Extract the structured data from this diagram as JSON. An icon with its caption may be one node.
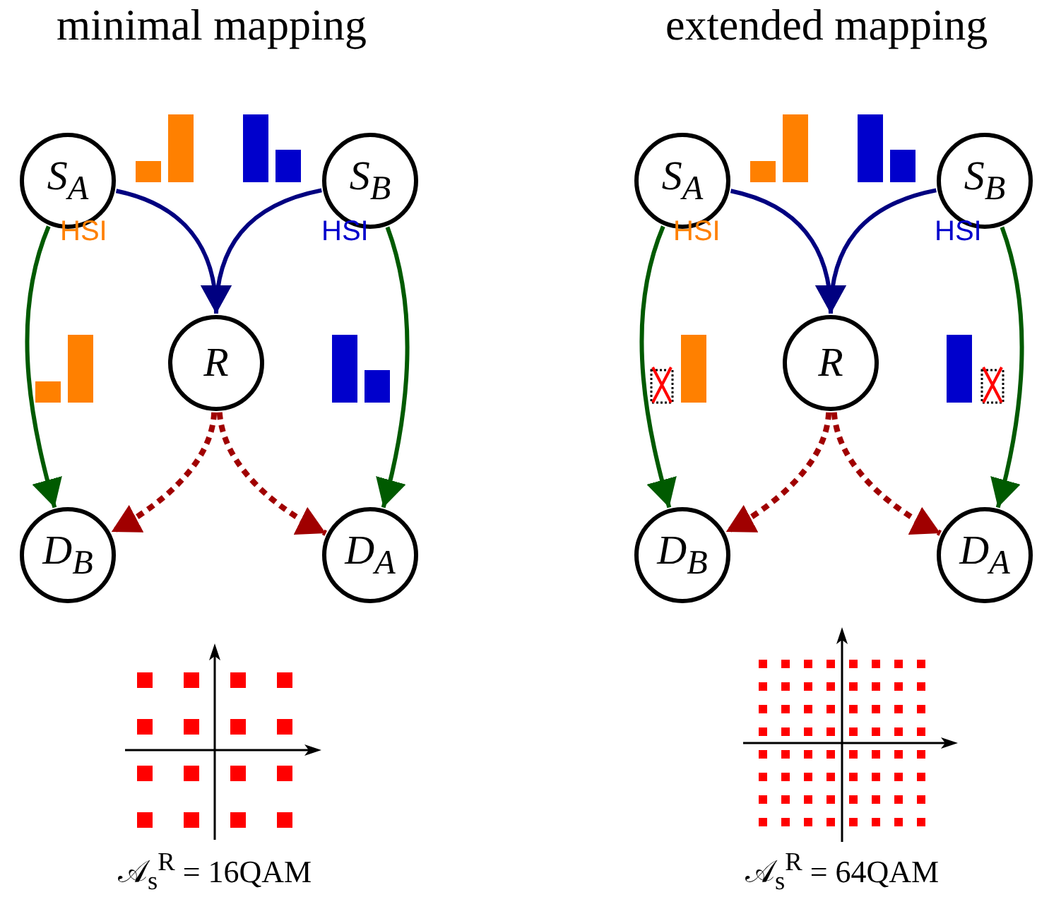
{
  "diagram": {
    "nodes": [
      {
        "text": [
          "S$_{A}$"
        ]
      },
      {
        "text": [
          "S$_{B}$"
        ]
      },
      {
        "text": [
          "R"
        ]
      },
      {
        "text": [
          "D$_{B}$"
        ]
      },
      {
        "text": [
          "D$_{A}$"
        ]
      },
      {
        "text": [
          "S$_{A}$"
        ]
      },
      {
        "text": [
          "S$_{B}$"
        ]
      },
      {
        "text": [
          "R"
        ]
      },
      {
        "text": [
          "D$_{B}$"
        ]
      },
      {
        "text": [
          "D$_{A}$"
        ]
      }
    ],
    "edges": [
      {
        "from": 0,
        "to": 2,
        "arrow": "to",
        "color": "#000080"
      },
      {
        "from": 1,
        "to": 2,
        "arrow": "to",
        "color": "#000080"
      },
      {
        "from": 0,
        "to": 3,
        "arrow": "to",
        "color": "#005a00"
      },
      {
        "from": 1,
        "to": 4,
        "arrow": "to",
        "color": "#005a00"
      },
      {
        "from": 2,
        "to": 3,
        "arrow": "to",
        "style": "dashed",
        "color": "#a00000"
      },
      {
        "from": 2,
        "to": 4,
        "arrow": "to",
        "style": "dashed",
        "color": "#a00000"
      },
      {
        "from": 5,
        "to": 7,
        "arrow": "to",
        "color": "#000080"
      },
      {
        "from": 6,
        "to": 7,
        "arrow": "to",
        "color": "#000080"
      },
      {
        "from": 5,
        "to": 8,
        "arrow": "to",
        "color": "#005a00"
      },
      {
        "from": 6,
        "to": 9,
        "arrow": "to",
        "color": "#005a00"
      },
      {
        "from": 7,
        "to": 8,
        "arrow": "to",
        "style": "dashed",
        "color": "#a00000"
      },
      {
        "from": 7,
        "to": 9,
        "arrow": "to",
        "style": "dashed",
        "color": "#a00000"
      }
    ],
    "labels": [
      "minimal mapping",
      "extended mapping",
      "HSI",
      "HSI",
      "HSI",
      "HSI",
      "𝒜$_{s}$$^{R}$ = 16QAM",
      "𝒜$_{s}$$^{R}$ = 64QAM"
    ]
  }
}
